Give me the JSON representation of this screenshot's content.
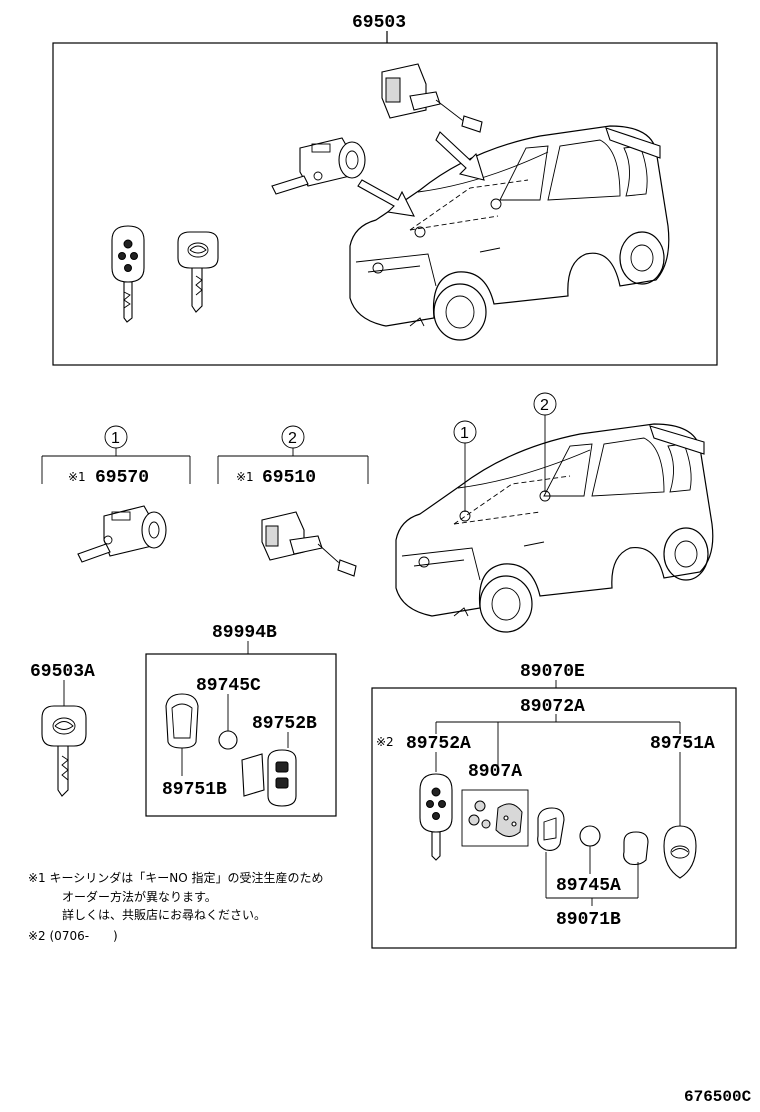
{
  "parts": {
    "p69503": "69503",
    "p69570": "69570",
    "p69510": "69510",
    "p69503A": "69503A",
    "p89994B": "89994B",
    "p89745C": "89745C",
    "p89752B": "89752B",
    "p89751B": "89751B",
    "p89070E": "89070E",
    "p89072A": "89072A",
    "p89752A": "89752A",
    "p89751A": "89751A",
    "p8907A": "8907A",
    "p89745A": "89745A",
    "p89071B": "89071B"
  },
  "markers": {
    "ref1": "※1",
    "ref2": "※2",
    "circle1": "1",
    "circle2": "2"
  },
  "notes": {
    "line1": "※1 キーシリンダは「キーNO 指定」の受注生産のため",
    "line2": "オーダー方法が異なります。",
    "line3": "詳しくは、共販店にお尋ねください。",
    "line4": "※2 (0706-　　)"
  },
  "diagram_code": "676500C"
}
